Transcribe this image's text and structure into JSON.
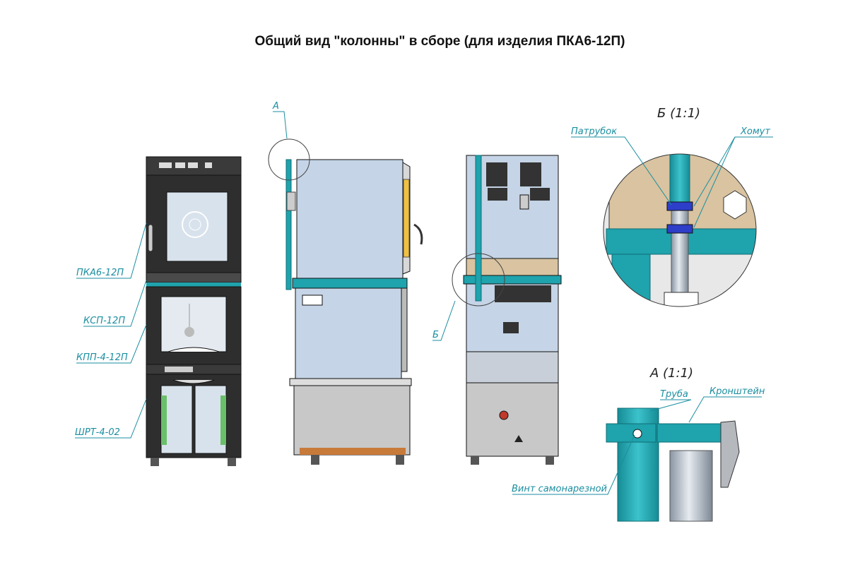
{
  "title": "Общий вид \"колонны\" в сборе (для изделия ПКА6-12П)",
  "front_labels": [
    "ПКА6-12П",
    "КСП-12П",
    "КПП-4-12П",
    "ШРТ-4-02"
  ],
  "view_markers": {
    "a": "А",
    "b": "Б"
  },
  "detail_b": {
    "title": "Б (1:1)",
    "label_patrubok": "Патрубок",
    "label_khomut": "Хомут"
  },
  "detail_a": {
    "title": "А (1:1)",
    "label_truba": "Труба",
    "label_kronshtein": "Кронштейн",
    "label_vint": "Винт самонарезной"
  },
  "colors": {
    "accent": "#1fa3ad",
    "label": "#1a8ea0",
    "panel": "#c5d4e6",
    "dark": "#2b2b2b",
    "tan": "#d9c3a0",
    "steel": "#c6c6c6"
  }
}
